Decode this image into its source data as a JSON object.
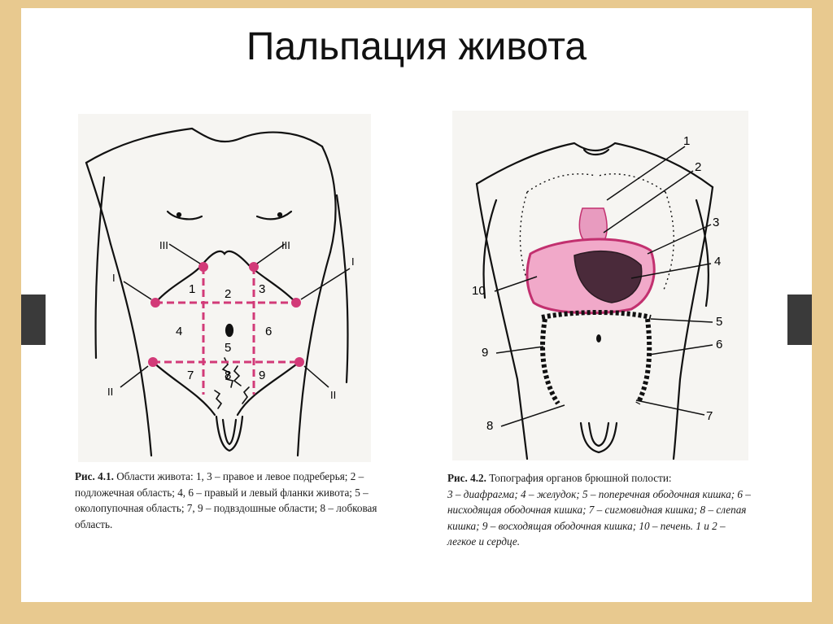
{
  "slide": {
    "title": "Пальпация живота"
  },
  "figure1": {
    "region_numbers": [
      "1",
      "2",
      "3",
      "4",
      "5",
      "6",
      "7",
      "8",
      "9"
    ],
    "point_labels": {
      "iii_left": "III",
      "iii_right": "III",
      "i_left": "I",
      "i_right": "I",
      "ii_left": "II",
      "ii_right": "II"
    },
    "caption": {
      "ref": "Рис. 4.1.",
      "text": "Области живота: 1, 3 – правое и левое подреберья; 2 – подложечная область; 4, 6 – правый и левый фланки живота; 5 – околопупочная область; 7, 9 – подвздошные области; 8 – лобковая область."
    },
    "grid_color": "#d23a78"
  },
  "figure2": {
    "callouts": [
      "1",
      "2",
      "3",
      "4",
      "5",
      "6",
      "7",
      "8",
      "9",
      "10"
    ],
    "caption": {
      "ref": "Рис. 4.2.",
      "line1": "Топография органов брюшной полости:",
      "text": "3 – диафрагма; 4 – желудок; 5 – поперечная ободочная кишка; 6 – нисходящая ободочная кишка; 7 – сигмовидная кишка; 8 – слепая кишка; 9 – восходящая ободочная кишка; 10 – печень. 1 и 2 – легкое и сердце."
    },
    "organ_color": "#d9388a"
  }
}
